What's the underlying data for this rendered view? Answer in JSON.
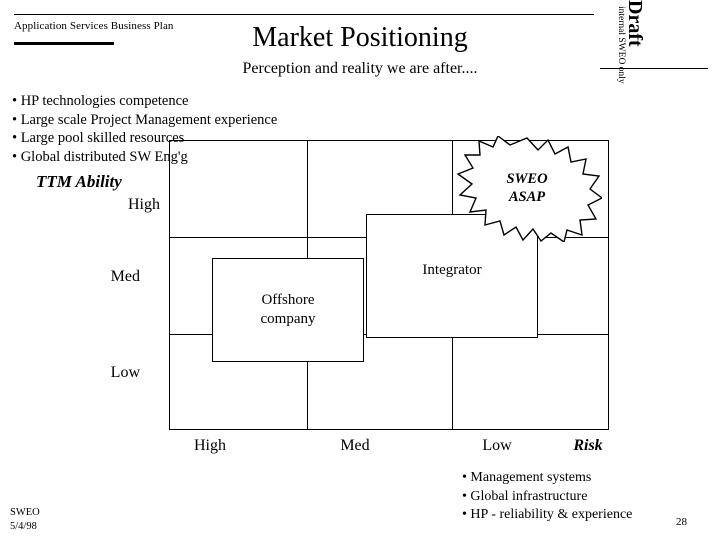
{
  "header": {
    "label": "Application Services Business Plan",
    "title": "Market Positioning",
    "subtitle": "Perception and reality we are after...."
  },
  "draft_stamp": {
    "word": "Draft",
    "sub": "internal SWEO only"
  },
  "bullets": [
    "• HP technologies competence",
    "• Large scale Project Management experience",
    "• Large pool skilled resources",
    "• Global distributed SW Eng'g"
  ],
  "matrix": {
    "y_axis_title": "TTM Ability",
    "y_labels": [
      "High",
      "Med",
      "Low"
    ],
    "x_labels": [
      "High",
      "Med",
      "Low"
    ],
    "x_axis_title": "Risk",
    "boxes": [
      {
        "line1": "Offshore",
        "line2": "company"
      },
      {
        "line1": "Integrator",
        "line2": ""
      }
    ],
    "burst": {
      "line1": "SWEO",
      "line2": "ASAP"
    }
  },
  "footer": {
    "org": "SWEO",
    "date": "5/4/98",
    "bullets": [
      "• Management systems",
      "• Global infrastructure",
      "• HP - reliability & experience"
    ],
    "page_number": "28"
  }
}
